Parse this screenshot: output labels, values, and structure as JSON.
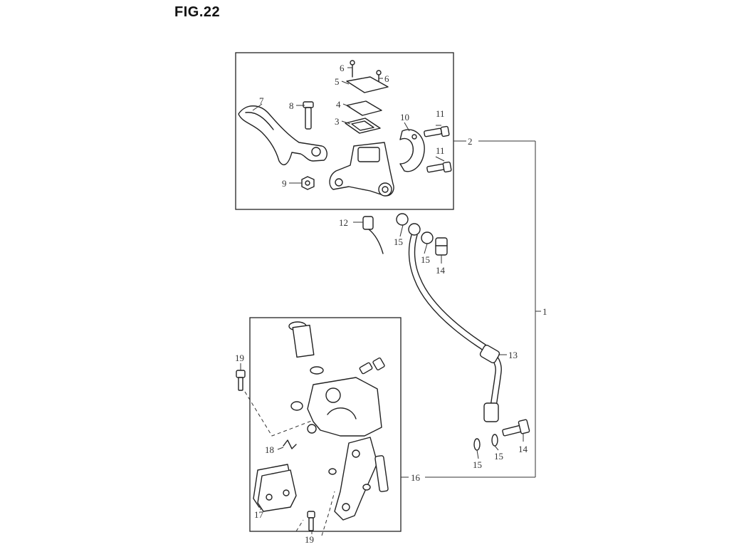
{
  "figure": {
    "title": "FIG.22"
  },
  "callouts": {
    "c1": "1",
    "c2": "2",
    "c3": "3",
    "c4": "4",
    "c5": "5",
    "c6a": "6",
    "c6b": "6",
    "c7": "7",
    "c8": "8",
    "c9": "9",
    "c10": "10",
    "c11a": "11",
    "c11b": "11",
    "c12": "12",
    "c13": "13",
    "c14a": "14",
    "c14b": "14",
    "c15a": "15",
    "c15b": "15",
    "c15c": "15",
    "c15d": "15",
    "c16": "16",
    "c17": "17",
    "c18": "18",
    "c19a": "19",
    "c19b": "19"
  }
}
